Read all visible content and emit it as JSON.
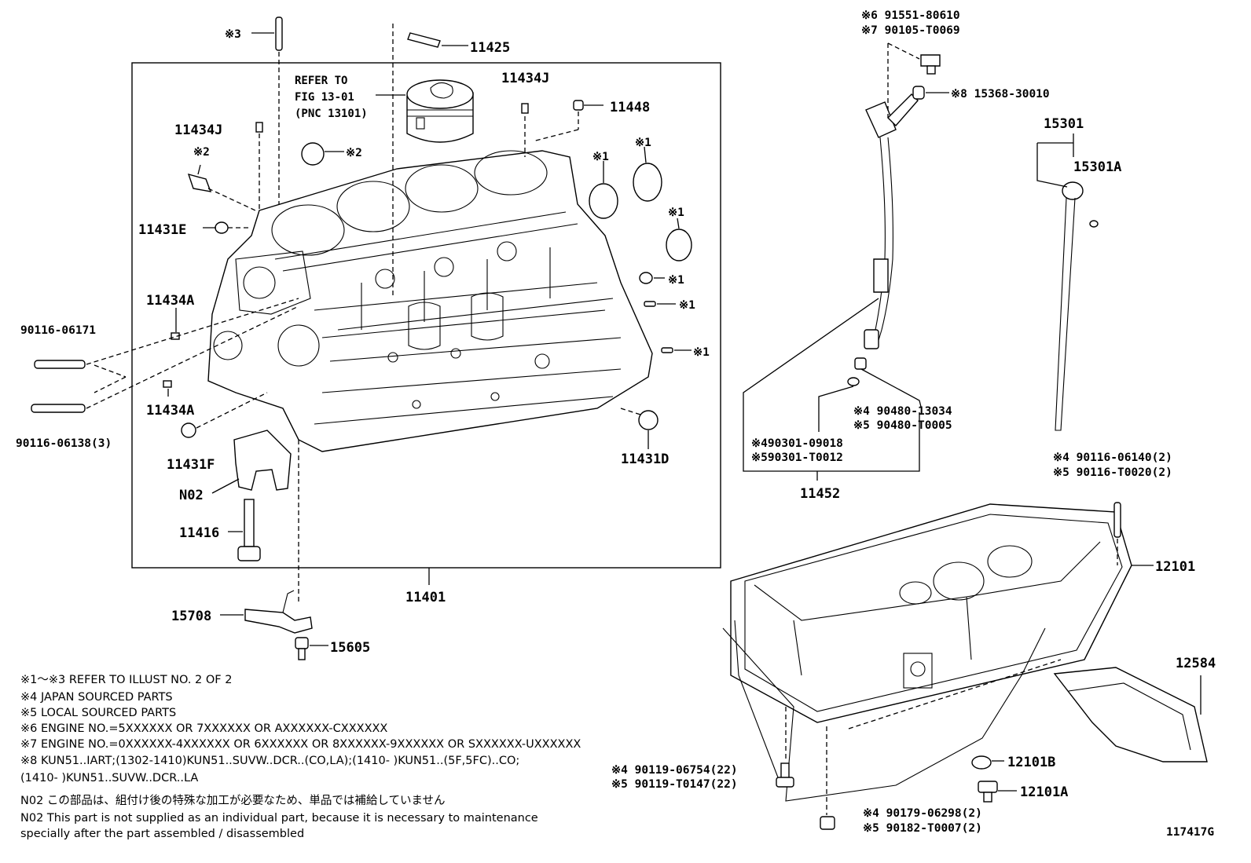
{
  "diagram_id": "117417G",
  "refer": [
    "REFER TO",
    "FIG 13-01",
    "(PNC 13101)"
  ],
  "labels": {
    "p11425": "11425",
    "p11434J_top": "11434J",
    "p11448": "11448",
    "p11434J_left": "11434J",
    "m2a": "※2",
    "m2b": "※2",
    "m3": "※3",
    "p11431E": "11431E",
    "m1a": "※1",
    "m1b": "※1",
    "m1c": "※1",
    "m1d": "※1",
    "m1e": "※1",
    "m1f": "※1",
    "p11434A_top": "11434A",
    "p90116_06171": "90116-06171",
    "p90116_06138": "90116-06138(3)",
    "p11434A_bot": "11434A",
    "p11431F": "11431F",
    "pN02": "N02",
    "p11431D": "11431D",
    "p11416": "11416",
    "p11401": "11401",
    "p15708": "15708",
    "p15605": "15605",
    "d6": "※6 91551-80610",
    "d7": "※7 90105-T0069",
    "d8": "※8 15368-30010",
    "p15301": "15301",
    "p15301A": "15301A",
    "g4a": "※4 90480-13034",
    "g5a": "※5 90480-T0005",
    "g4b": "※490301-09018",
    "g5b": "※590301-T0012",
    "p11452": "11452",
    "s4": "※4 90116-06140(2)",
    "s5": "※5 90116-T0020(2)",
    "p12101": "12101",
    "p12584": "12584",
    "b4": "※4 90119-06754(22)",
    "b5": "※5 90119-T0147(22)",
    "p12101B": "12101B",
    "p12101A": "12101A",
    "k4": "※4 90179-06298(2)",
    "k5": "※5 90182-T0007(2)"
  },
  "notes": [
    "※1～※3  REFER TO ILLUST NO. 2 OF 2",
    "※4 JAPAN SOURCED PARTS",
    "※5 LOCAL SOURCED PARTS",
    "※6 ENGINE NO.=5XXXXXX OR 7XXXXXX OR AXXXXXX-CXXXXXX",
    "※7 ENGINE NO.=0XXXXXX-4XXXXXX OR 6XXXXXX OR 8XXXXXX-9XXXXXX OR SXXXXXX-UXXXXXX",
    "※8 KUN51..IART;(1302-1410)KUN51..SUVW..DCR..(CO,LA);(1410-        )KUN51..(5F,5FC)..CO;",
    "(1410-        )KUN51..SUVW..DCR..LA",
    "N02  この部品は、組付け後の特殊な加工が必要なため、単品では補給していません",
    "N02  This part is not supplied as an individual part, because it is necessary to maintenance",
    "         specially after the part assembled / disassembled"
  ]
}
